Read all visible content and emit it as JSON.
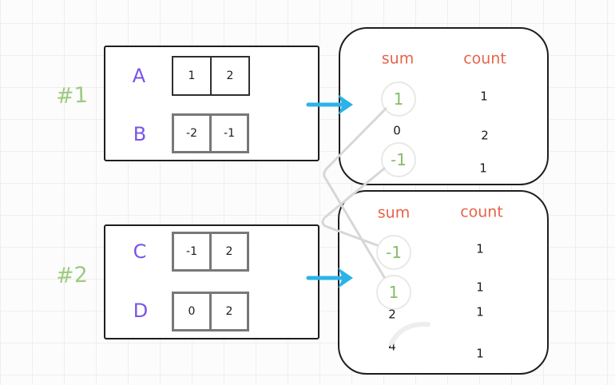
{
  "examples": [
    {
      "id": "#1",
      "arrays": [
        {
          "name": "A",
          "cells": [
            "1",
            "2"
          ]
        },
        {
          "name": "B",
          "cells": [
            "-2",
            "-1"
          ]
        }
      ],
      "result": {
        "headers": {
          "sum": "sum",
          "count": "count"
        },
        "rows": [
          {
            "sum": "1",
            "count": "1",
            "highlight": true
          },
          {
            "sum": "0",
            "count": "2",
            "highlight": false
          },
          {
            "sum": "-1",
            "count": "1",
            "highlight": true
          }
        ]
      }
    },
    {
      "id": "#2",
      "arrays": [
        {
          "name": "C",
          "cells": [
            "-1",
            "2"
          ]
        },
        {
          "name": "D",
          "cells": [
            "0",
            "2"
          ]
        }
      ],
      "result": {
        "headers": {
          "sum": "sum",
          "count": "count"
        },
        "rows": [
          {
            "sum": "-1",
            "count": "1",
            "highlight": true
          },
          {
            "sum": "1",
            "count": "1",
            "highlight": true
          },
          {
            "sum": "2",
            "count": "1",
            "highlight": false
          },
          {
            "sum": "4",
            "count": "1",
            "highlight": false
          }
        ]
      }
    }
  ],
  "connections": [
    {
      "from": "example1-sum-1",
      "to": "example2-sum-1"
    },
    {
      "from": "example1-sum--1",
      "to": "example2-sum--1"
    }
  ],
  "colors": {
    "array_label_purple": "#7a54e6",
    "example_label_green": "#9ccb81",
    "header_orange": "#e5654a",
    "highlight_green": "#85bd68",
    "arrow_cyan": "#2bb3e9",
    "connector_gray": "#d7d7d7",
    "ink_black": "#1e1e1e",
    "cell_border_gray": "#787878"
  }
}
